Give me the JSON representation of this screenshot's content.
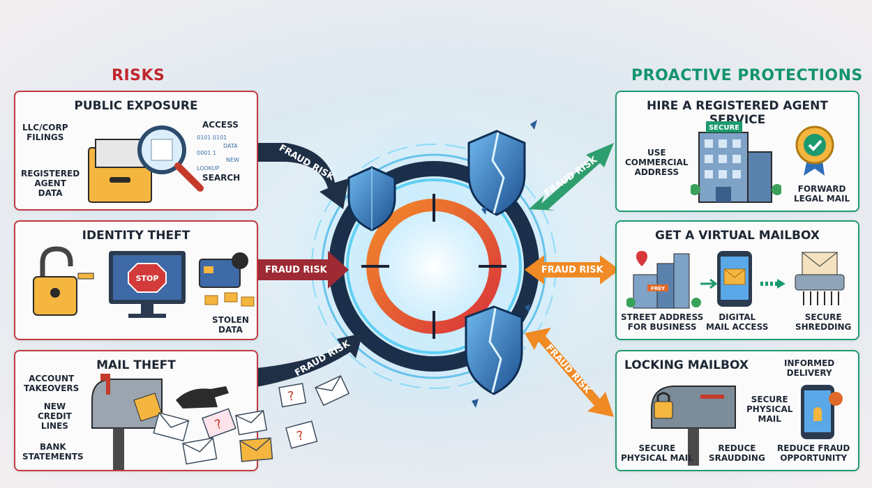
{
  "headings": {
    "risks": "RISKS",
    "protections": "PROACTIVE PROTECTIONS"
  },
  "risks": {
    "public_exposure": {
      "title": "PUBLIC EXPOSURE",
      "filings": "LLC/CORP\nFILINGS",
      "agent_data": "REGISTERED\nAGENT\nDATA",
      "access": "ACCESS",
      "search": "SEARCH",
      "data_bits": [
        "0101 0101",
        "DATA",
        "0001 1",
        "NEW",
        "LOOKUP"
      ]
    },
    "identity_theft": {
      "title": "IDENTITY THEFT",
      "stop": "STOP",
      "stolen_data": "STOLEN\nDATA"
    },
    "mail_theft": {
      "title": "MAIL THEFT",
      "account_takeovers": "ACCOUNT\nTAKEOVERS",
      "new_credit": "NEW\nCREDIT\nLINES",
      "bank_statements": "BANK\nSTATEMENTS"
    }
  },
  "arrows": {
    "fraud_risk": "FRAUD RISK"
  },
  "protections": {
    "registered_agent": {
      "title": "HIRE A REGISTERED AGENT SERVICE",
      "secure_sign": "SECURE",
      "commercial": "USE\nCOMMERCIAL\nADDRESS",
      "forward": "FORWARD\nLEGAL MAIL"
    },
    "virtual_mailbox": {
      "title": "GET A VIRTUAL MAILBOX",
      "sign": "FREY",
      "street": "STREET ADDRESS\nFOR BUSINESS",
      "digital": "DIGITAL\nMAIL ACCESS",
      "shredding": "SECURE\nSHREDDING"
    },
    "locking_mailbox": {
      "title": "LOCKING MAILBOX",
      "informed": "INFORMED\nDELIVERY",
      "secure_physical_right": "SECURE\nPHYSICAL\nMAIL",
      "secure_physical_bottom": "SECURE\nPHYSICAL MAIL",
      "reduce_shredding": "REDUCE\nSRAUDDING",
      "reduce_fraud": "REDUCE FRAUD\nOPPORTUNITY"
    }
  },
  "colors": {
    "risk_red": "#c0272d",
    "protect_green": "#14946d",
    "dark_arrow": "#1f2f45",
    "orange": "#f08a24",
    "shield_blue": "#2e6fb8"
  }
}
